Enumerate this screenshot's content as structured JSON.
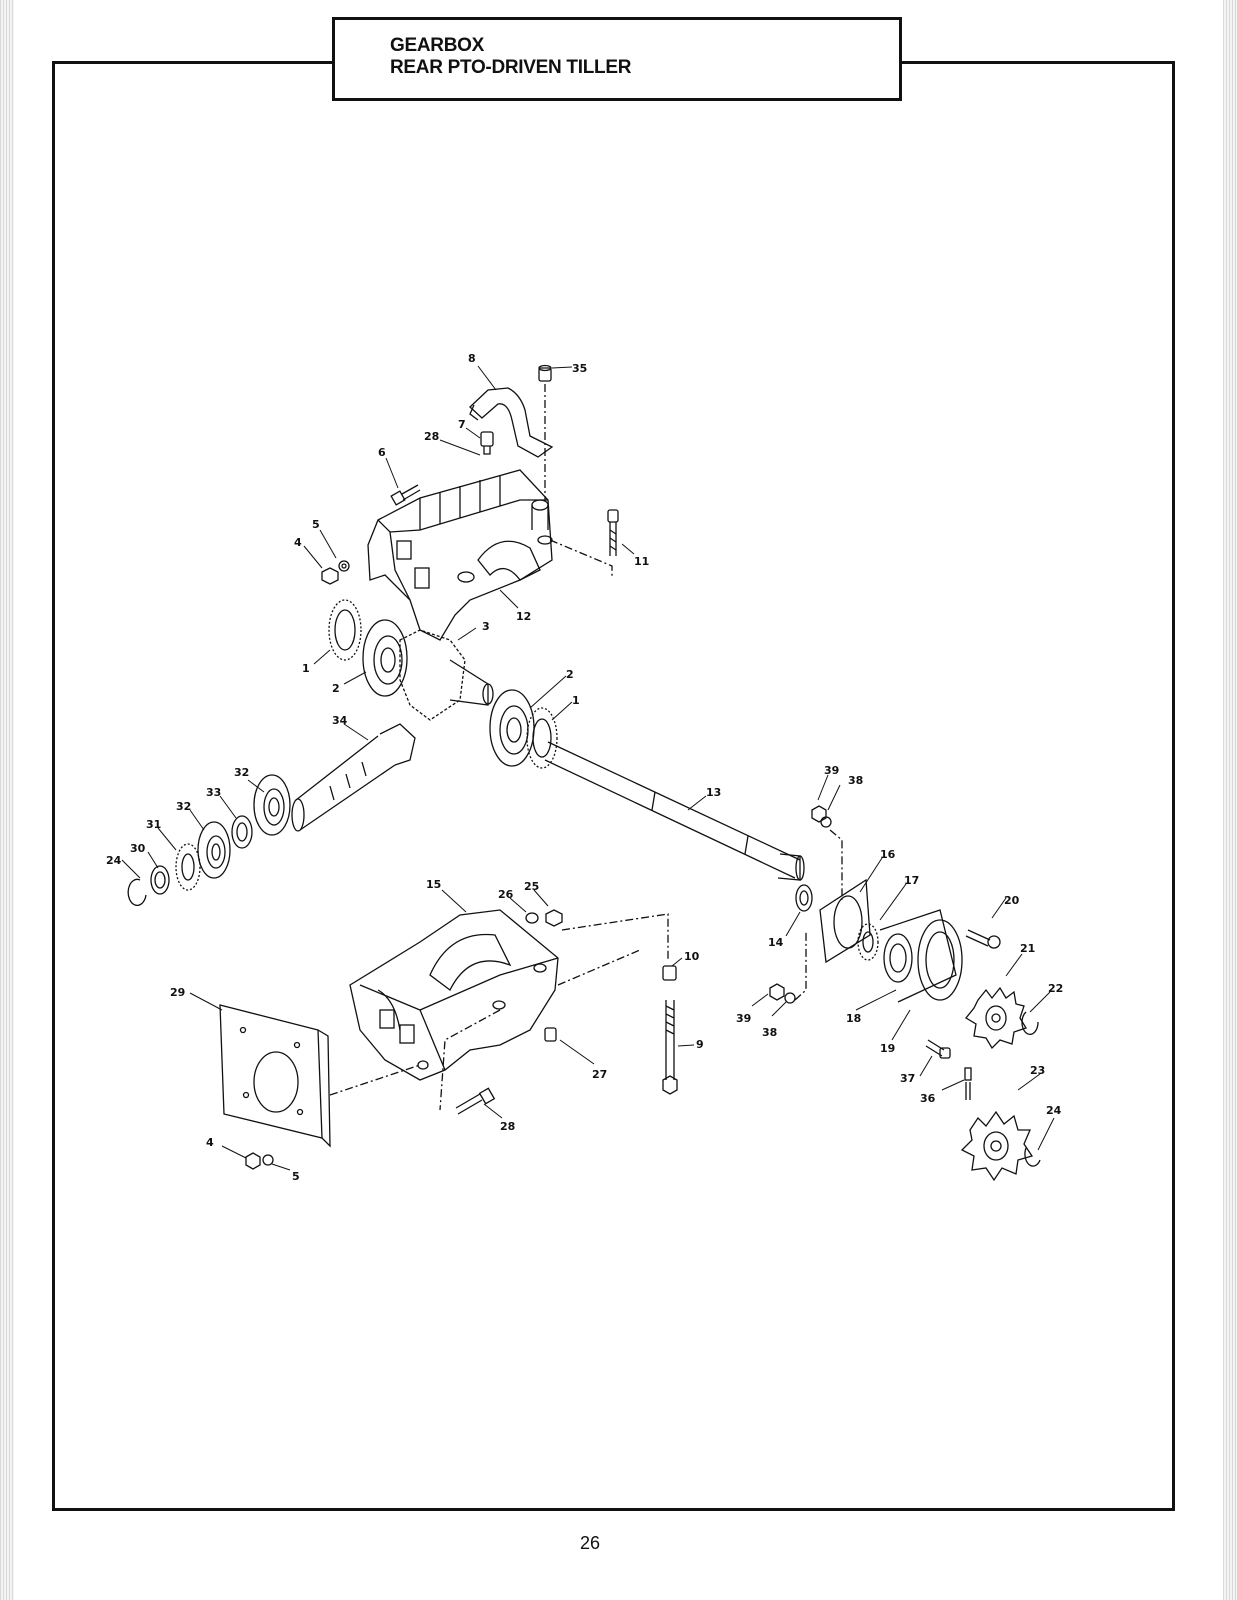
{
  "header": {
    "title_line1": "GEARBOX",
    "title_line2": "REAR PTO-DRIVEN TILLER"
  },
  "page_number": "26",
  "callouts": [
    {
      "id": "c1",
      "text": "8"
    },
    {
      "id": "c2",
      "text": "35"
    },
    {
      "id": "c3",
      "text": "7"
    },
    {
      "id": "c4",
      "text": "28"
    },
    {
      "id": "c5",
      "text": "6"
    },
    {
      "id": "c6",
      "text": "5"
    },
    {
      "id": "c7",
      "text": "4"
    },
    {
      "id": "c8",
      "text": "11"
    },
    {
      "id": "c9",
      "text": "12"
    },
    {
      "id": "c10",
      "text": "3"
    },
    {
      "id": "c11",
      "text": "1"
    },
    {
      "id": "c12",
      "text": "2"
    },
    {
      "id": "c13",
      "text": "2"
    },
    {
      "id": "c14",
      "text": "1"
    },
    {
      "id": "c15",
      "text": "34"
    },
    {
      "id": "c16",
      "text": "32"
    },
    {
      "id": "c17",
      "text": "33"
    },
    {
      "id": "c18",
      "text": "32"
    },
    {
      "id": "c19",
      "text": "31"
    },
    {
      "id": "c20",
      "text": "30"
    },
    {
      "id": "c21",
      "text": "24"
    },
    {
      "id": "c22",
      "text": "13"
    },
    {
      "id": "c23",
      "text": "39"
    },
    {
      "id": "c24",
      "text": "38"
    },
    {
      "id": "c25",
      "text": "16"
    },
    {
      "id": "c26",
      "text": "17"
    },
    {
      "id": "c27",
      "text": "20"
    },
    {
      "id": "c28",
      "text": "14"
    },
    {
      "id": "c29",
      "text": "15"
    },
    {
      "id": "c30",
      "text": "26"
    },
    {
      "id": "c31",
      "text": "25"
    },
    {
      "id": "c32",
      "text": "10"
    },
    {
      "id": "c33",
      "text": "21"
    },
    {
      "id": "c34",
      "text": "22"
    },
    {
      "id": "c35",
      "text": "29"
    },
    {
      "id": "c36",
      "text": "39"
    },
    {
      "id": "c37",
      "text": "38"
    },
    {
      "id": "c38",
      "text": "18"
    },
    {
      "id": "c39",
      "text": "19"
    },
    {
      "id": "c40",
      "text": "9"
    },
    {
      "id": "c41",
      "text": "27"
    },
    {
      "id": "c42",
      "text": "37"
    },
    {
      "id": "c43",
      "text": "36"
    },
    {
      "id": "c44",
      "text": "23"
    },
    {
      "id": "c45",
      "text": "24"
    },
    {
      "id": "c46",
      "text": "28"
    },
    {
      "id": "c47",
      "text": "4"
    },
    {
      "id": "c48",
      "text": "5"
    }
  ]
}
